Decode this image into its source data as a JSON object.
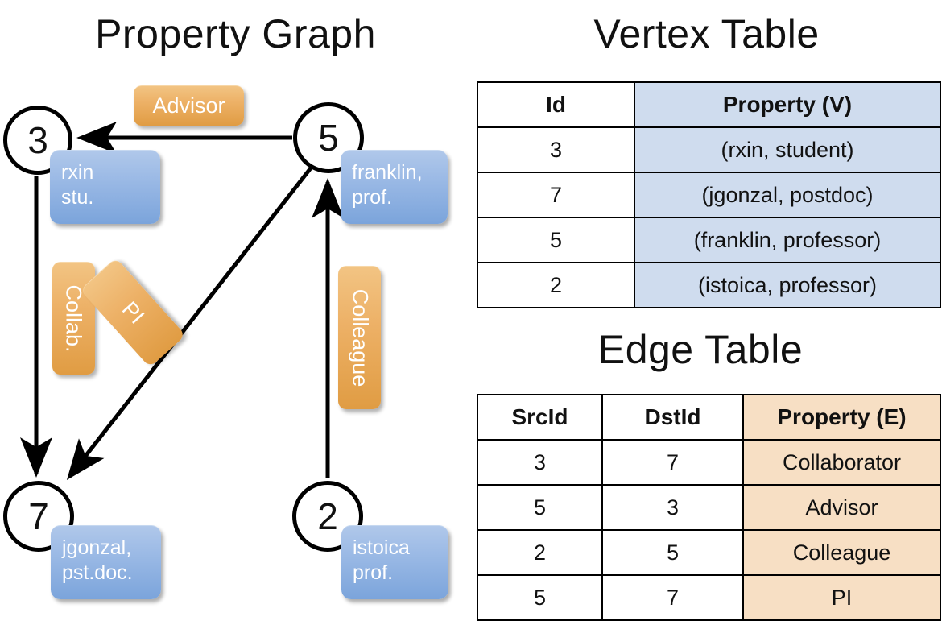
{
  "titles": {
    "property_graph": "Property Graph",
    "vertex_table": "Vertex Table",
    "edge_table": "Edge Table"
  },
  "colors": {
    "vertex_property_fill": "#cfdcee",
    "edge_property_fill": "#f7dfc4",
    "vertex_box_fill": "#9dbbe6",
    "edge_box_fill": "#edb167",
    "node_stroke": "#000000",
    "background": "#ffffff"
  },
  "graph": {
    "nodes": [
      {
        "id": "3",
        "property_line1": "rxin",
        "property_line2": "stu."
      },
      {
        "id": "5",
        "property_line1": "franklin,",
        "property_line2": "prof."
      },
      {
        "id": "7",
        "property_line1": "jgonzal,",
        "property_line2": "pst.doc."
      },
      {
        "id": "2",
        "property_line1": "istoica",
        "property_line2": "prof."
      }
    ],
    "edge_labels": {
      "advisor": "Advisor",
      "collab": "Collab.",
      "pi": "PI",
      "colleague": "Colleague"
    },
    "edges": [
      {
        "from": "5",
        "to": "3",
        "label": "Advisor"
      },
      {
        "from": "3",
        "to": "7",
        "label": "Collab."
      },
      {
        "from": "5",
        "to": "7",
        "label": "PI"
      },
      {
        "from": "2",
        "to": "5",
        "label": "Colleague"
      }
    ]
  },
  "vertex_table": {
    "headers": [
      "Id",
      "Property (V)"
    ],
    "rows": [
      [
        "3",
        "(rxin, student)"
      ],
      [
        "7",
        "(jgonzal, postdoc)"
      ],
      [
        "5",
        "(franklin, professor)"
      ],
      [
        "2",
        "(istoica, professor)"
      ]
    ]
  },
  "edge_table": {
    "headers": [
      "SrcId",
      "DstId",
      "Property (E)"
    ],
    "rows": [
      [
        "3",
        "7",
        "Collaborator"
      ],
      [
        "5",
        "3",
        "Advisor"
      ],
      [
        "2",
        "5",
        "Colleague"
      ],
      [
        "5",
        "7",
        "PI"
      ]
    ]
  }
}
